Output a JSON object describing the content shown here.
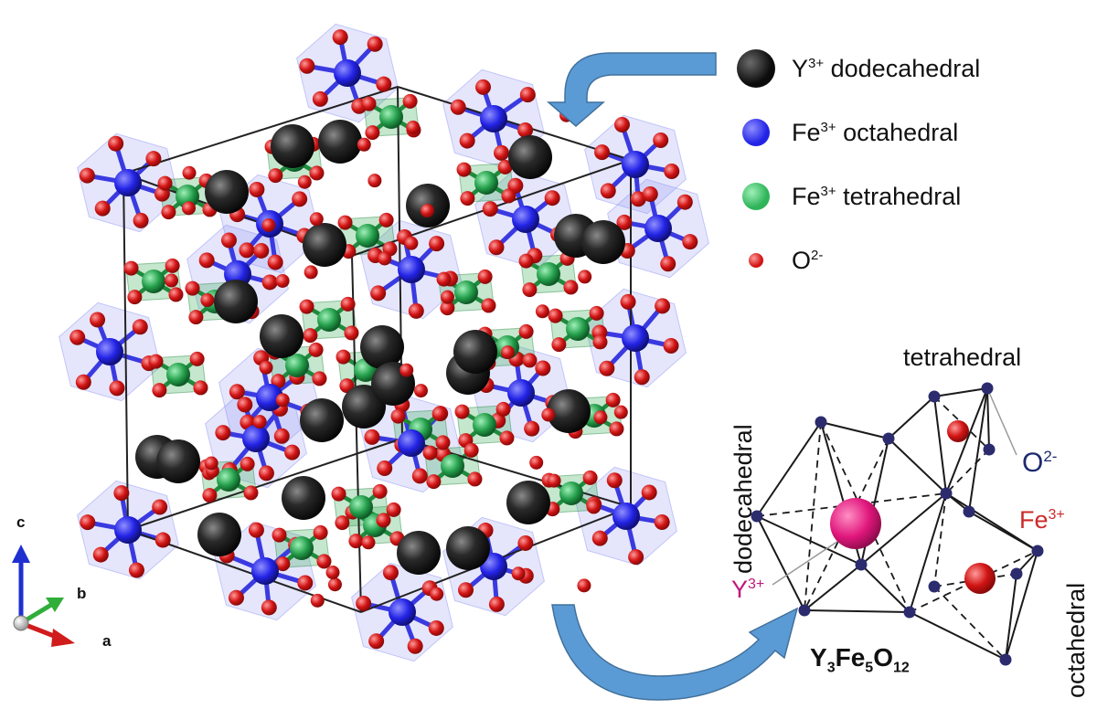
{
  "legend": {
    "y": {
      "label": "Y",
      "charge": "3+",
      "site": " dodecahedral",
      "color": "#0c0c0c"
    },
    "fe_oct": {
      "label": "Fe",
      "charge": "3+",
      "site": " octahedral",
      "color": "#2323e6"
    },
    "fe_tet": {
      "label": "Fe",
      "charge": "3+",
      "site": " tetrahedral",
      "color": "#2fb45a"
    },
    "o": {
      "label": "O",
      "charge": "2-",
      "color": "#d21414"
    }
  },
  "cluster": {
    "tetrahedral_label": "tetrahedral",
    "dodecahedral_label": "dodecahedral",
    "octahedral_label": "octahedral",
    "o_label": "O",
    "o_charge": "2-",
    "fe_label": "Fe",
    "fe_charge": "3+",
    "y_label": "Y",
    "y_charge": "3+",
    "formula": {
      "el1": "Y",
      "n1": "3",
      "el2": "Fe",
      "n2": "5",
      "el3": "O",
      "n3": "12"
    }
  },
  "axes": {
    "c": "c",
    "b": "b",
    "a": "a"
  },
  "colors": {
    "oxygen": "#d21414",
    "iron_octahedral": "#2323e6",
    "iron_tetrahedral": "#2fb45a",
    "yttrium": "#0c0c0c",
    "cluster_yttrium": "#e0167c",
    "cluster_vertex": "#2b2b6e",
    "arrow": "#5b9bd5",
    "label_magenta": "#c0187a",
    "label_red": "#cc2a2a",
    "label_navy": "#1e2a70"
  }
}
